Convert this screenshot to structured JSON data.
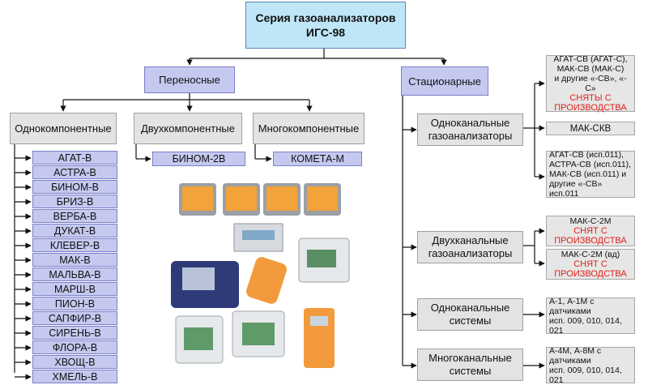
{
  "root": {
    "line1": "Серия газоанализаторов",
    "line2": "ИГС-98"
  },
  "portable": {
    "label": "Переносные",
    "single": {
      "label": "Однокомпонентные",
      "items": [
        "АГАТ-В",
        "АСТРА-В",
        "БИНОМ-В",
        "БРИЗ-В",
        "ВЕРБА-В",
        "ДУКАТ-В",
        "КЛЕВЕР-В",
        "МАК-В",
        "МАЛЬВА-В",
        "МАРШ-В",
        "ПИОН-В",
        "САПФИР-В",
        "СИРЕНЬ-В",
        "ФЛОРА-В",
        "ХВОЩ-В",
        "ХМЕЛЬ-В"
      ]
    },
    "dual": {
      "label": "Двухкомпонентные",
      "item": "БИНОМ-2В"
    },
    "multi": {
      "label": "Многокомпонентные",
      "item": "КОМЕТА-М"
    }
  },
  "stationary": {
    "label": "Стационарные",
    "single_channel_analyzers": {
      "line1": "Одноканальные",
      "line2": "газоанализаторы",
      "note1": {
        "l1": "АГАТ-СВ (АГАТ-С),",
        "l2": "МАК-СВ (МАК-С)",
        "l3": "и другие «-СВ», «-С»",
        "red1": "СНЯТЫ С",
        "red2": "ПРОИЗВОДСТВА"
      },
      "note2": "МАК-СКВ",
      "note3": {
        "l1": "АГАТ-СВ (исп.011),",
        "l2": "АСТРА-СВ (исп.011),",
        "l3": "МАК-СВ (исп.011) и",
        "l4": "другие «-СВ» исп.011"
      }
    },
    "dual_channel_analyzers": {
      "line1": "Двухканальные",
      "line2": "газоанализаторы",
      "note1": {
        "l1": "МАК-С-2М",
        "red1": "СНЯТ С",
        "red2": "ПРОИЗВОДСТВА"
      },
      "note2": {
        "l1": "МАК-С-2М (вд)",
        "red1": "СНЯТ С",
        "red2": "ПРОИЗВОДСТВА"
      }
    },
    "single_channel_systems": {
      "line1": "Одноканальные",
      "line2": "системы",
      "note": {
        "l1": "А-1, А-1М с",
        "l2": "датчиками",
        "l3": "исп. 009, 010, 014,",
        "l4": "021"
      }
    },
    "multi_channel_systems": {
      "line1": "Многоканальные",
      "line2": "системы",
      "note": {
        "l1": "А-4М, А-8М с",
        "l2": "датчиками",
        "l3": "исп. 009, 010, 014,",
        "l4": "021"
      }
    }
  },
  "colors": {
    "root_fill": "#bfe6f7",
    "category_fill": "#c5c9ef",
    "sub_fill": "#e3e3e3",
    "red_text": "#e0211b"
  }
}
